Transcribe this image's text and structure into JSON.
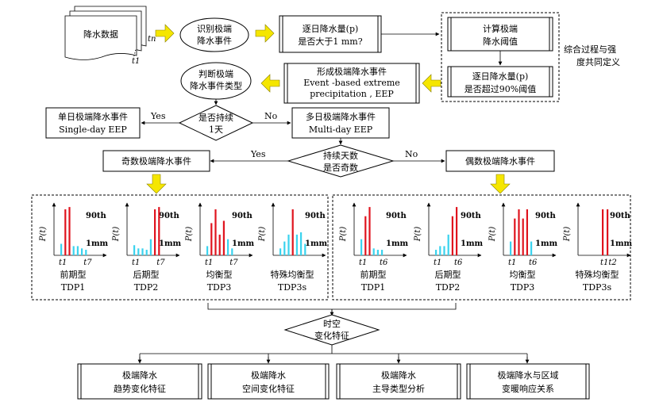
{
  "nodes": {
    "precip_data": "降水数据",
    "tn": "tn",
    "tdots": "⋮",
    "t1": "t1",
    "identify_l1": "识别极端",
    "identify_l2": "降水事件",
    "daily_check_l1": "逐日降水量(p)",
    "daily_check_l2": "是否大于1 mm?",
    "compute_l1": "计算极端",
    "compute_l2": "降水阈值",
    "exceed_l1": "逐日降水量(p)",
    "exceed_l2": "是否超过90%阈值",
    "combined_l1": "综合过程与强",
    "combined_l2": "度共同定义",
    "form_l1": "形成极端降水事件",
    "form_l2": "Event -based extreme",
    "form_l3": "precipitation , EEP",
    "judge_l1": "判断极端",
    "judge_l2": "降水事件类型",
    "persist_l1": "是否持续",
    "persist_l2": "1天",
    "yes": "Yes",
    "no": "No",
    "single_l1": "单日极端降水事件",
    "single_l2": "Single-day EEP",
    "multi_l1": "多日极端降水事件",
    "multi_l2": "Multi-day EEP",
    "odd_l1": "持续天数",
    "odd_l2": "是否奇数",
    "odd_event": "奇数极端降水事件",
    "even_event": "偶数极端降水事件",
    "st_l1": "时空",
    "st_l2": "变化特征"
  },
  "panel_common": {
    "ylabel": "P(t)",
    "threshold_90": "90th",
    "threshold_1mm": "1mm"
  },
  "panels": [
    {
      "group": "odd",
      "type_cn": "前期型",
      "type_en": "TDP1",
      "tick_start": "t1",
      "tick_end": "t7",
      "bars": [
        {
          "h": 0.25,
          "c": "cyan"
        },
        {
          "h": 1.0,
          "c": "red"
        },
        {
          "h": 1.05,
          "c": "red"
        },
        {
          "h": 0.2,
          "c": "cyan"
        },
        {
          "h": 0.2,
          "c": "cyan"
        },
        {
          "h": 0.15,
          "c": "cyan"
        },
        {
          "h": 0.12,
          "c": "cyan"
        }
      ]
    },
    {
      "group": "odd",
      "type_cn": "后期型",
      "type_en": "TDP2",
      "tick_start": "t1",
      "tick_end": "t7",
      "bars": [
        {
          "h": 0.22,
          "c": "cyan"
        },
        {
          "h": 0.15,
          "c": "cyan"
        },
        {
          "h": 0.15,
          "c": "cyan"
        },
        {
          "h": 0.12,
          "c": "cyan"
        },
        {
          "h": 0.35,
          "c": "cyan"
        },
        {
          "h": 1.0,
          "c": "red"
        },
        {
          "h": 1.05,
          "c": "red"
        }
      ]
    },
    {
      "group": "odd",
      "type_cn": "均衡型",
      "type_en": "TDP3",
      "tick_start": "t1",
      "tick_end": "t7",
      "bars": [
        {
          "h": 0.2,
          "c": "cyan"
        },
        {
          "h": 0.7,
          "c": "red"
        },
        {
          "h": 1.0,
          "c": "red"
        },
        {
          "h": 0.45,
          "c": "red"
        },
        {
          "h": 0.75,
          "c": "red"
        },
        {
          "h": 0.35,
          "c": "cyan"
        },
        {
          "h": 0.15,
          "c": "cyan"
        }
      ]
    },
    {
      "group": "odd",
      "type_cn": "特殊均衡型",
      "type_en": "TDP3s",
      "tick_start": "",
      "tick_end": "",
      "bars": [
        {
          "h": 0.15,
          "c": "cyan"
        },
        {
          "h": 0.3,
          "c": "cyan"
        },
        {
          "h": 0.45,
          "c": "cyan"
        },
        {
          "h": 1.0,
          "c": "red"
        },
        {
          "h": 0.45,
          "c": "cyan"
        },
        {
          "h": 0.5,
          "c": "cyan"
        },
        {
          "h": 0.25,
          "c": "cyan"
        }
      ]
    },
    {
      "group": "even",
      "type_cn": "前期型",
      "type_en": "TDP1",
      "tick_start": "t1",
      "tick_end": "t6",
      "bars": [
        {
          "h": 0.35,
          "c": "cyan"
        },
        {
          "h": 0.85,
          "c": "red"
        },
        {
          "h": 1.05,
          "c": "red"
        },
        {
          "h": 0.15,
          "c": "cyan"
        },
        {
          "h": 0.12,
          "c": "cyan"
        },
        {
          "h": 0.12,
          "c": "cyan"
        }
      ]
    },
    {
      "group": "even",
      "type_cn": "后期型",
      "type_en": "TDP2",
      "tick_start": "t1",
      "tick_end": "t6",
      "bars": [
        {
          "h": 0.12,
          "c": "cyan"
        },
        {
          "h": 0.2,
          "c": "cyan"
        },
        {
          "h": 0.2,
          "c": "cyan"
        },
        {
          "h": 0.45,
          "c": "cyan"
        },
        {
          "h": 0.85,
          "c": "red"
        },
        {
          "h": 1.05,
          "c": "red"
        }
      ]
    },
    {
      "group": "even",
      "type_cn": "均衡型",
      "type_en": "TDP3",
      "tick_start": "t1",
      "tick_end": "t6",
      "bars": [
        {
          "h": 0.3,
          "c": "cyan"
        },
        {
          "h": 0.8,
          "c": "red"
        },
        {
          "h": 1.0,
          "c": "red"
        },
        {
          "h": 0.8,
          "c": "red"
        },
        {
          "h": 1.0,
          "c": "red"
        },
        {
          "h": 0.3,
          "c": "cyan"
        }
      ]
    },
    {
      "group": "even",
      "type_cn": "特殊均衡型",
      "type_en": "TDP3s",
      "tick_start": "t1t2",
      "tick_end": "",
      "bars": [
        {
          "h": 1.0,
          "c": "red"
        },
        {
          "h": 1.0,
          "c": "red"
        }
      ]
    }
  ],
  "outputs": [
    {
      "l1": "极端降水",
      "l2": "趋势变化特征"
    },
    {
      "l1": "极端降水",
      "l2": "空间变化特征"
    },
    {
      "l1": "极端降水",
      "l2": "主导类型分析"
    },
    {
      "l1": "极端降水与区域",
      "l2": "变暖响应关系"
    }
  ],
  "colors": {
    "red": "#e0141e",
    "cyan": "#3ad3ee",
    "yellow_arrow": "#f5e600"
  }
}
